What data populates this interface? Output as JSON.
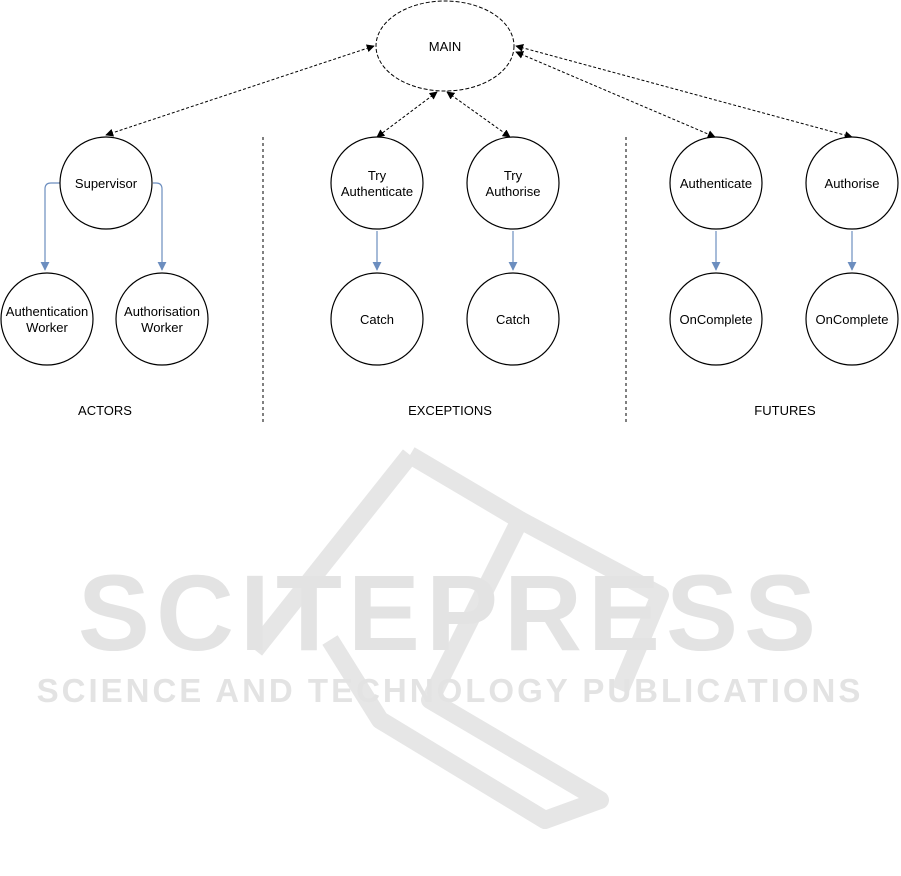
{
  "diagram": {
    "root": {
      "id": "main",
      "label": "MAIN"
    },
    "sections": [
      {
        "id": "actors",
        "label": "ACTORS"
      },
      {
        "id": "exceptions",
        "label": "EXCEPTIONS"
      },
      {
        "id": "futures",
        "label": "FUTURES"
      }
    ],
    "nodes": [
      {
        "id": "supervisor",
        "lines": [
          "Supervisor"
        ],
        "section": "actors"
      },
      {
        "id": "auth-worker",
        "lines": [
          "Authentication",
          "Worker"
        ],
        "section": "actors"
      },
      {
        "id": "authz-worker",
        "lines": [
          "Authorisation",
          "Worker"
        ],
        "section": "actors"
      },
      {
        "id": "try-authenticate",
        "lines": [
          "Try",
          "Authenticate"
        ],
        "section": "exceptions"
      },
      {
        "id": "try-authorise",
        "lines": [
          "Try",
          "Authorise"
        ],
        "section": "exceptions"
      },
      {
        "id": "catch-1",
        "lines": [
          "Catch"
        ],
        "section": "exceptions"
      },
      {
        "id": "catch-2",
        "lines": [
          "Catch"
        ],
        "section": "exceptions"
      },
      {
        "id": "authenticate",
        "lines": [
          "Authenticate"
        ],
        "section": "futures"
      },
      {
        "id": "authorise",
        "lines": [
          "Authorise"
        ],
        "section": "futures"
      },
      {
        "id": "oncomplete-1",
        "lines": [
          "OnComplete"
        ],
        "section": "futures"
      },
      {
        "id": "oncomplete-2",
        "lines": [
          "OnComplete"
        ],
        "section": "futures"
      }
    ],
    "edges_bidirectional_dashed": [
      [
        "main",
        "supervisor"
      ],
      [
        "main",
        "try-authenticate"
      ],
      [
        "main",
        "try-authorise"
      ],
      [
        "main",
        "authenticate"
      ],
      [
        "main",
        "authorise"
      ]
    ],
    "edges_solid": [
      [
        "supervisor",
        "auth-worker"
      ],
      [
        "supervisor",
        "authz-worker"
      ],
      [
        "try-authenticate",
        "catch-1"
      ],
      [
        "try-authorise",
        "catch-2"
      ],
      [
        "authenticate",
        "oncomplete-1"
      ],
      [
        "authorise",
        "oncomplete-2"
      ]
    ],
    "colors": {
      "solid_edge": "#6c8ebf",
      "dashed_edge": "#000000",
      "node_stroke": "#000000"
    }
  },
  "watermark": {
    "title": "SCITEPRESS",
    "subtitle": "SCIENCE AND TECHNOLOGY PUBLICATIONS"
  }
}
